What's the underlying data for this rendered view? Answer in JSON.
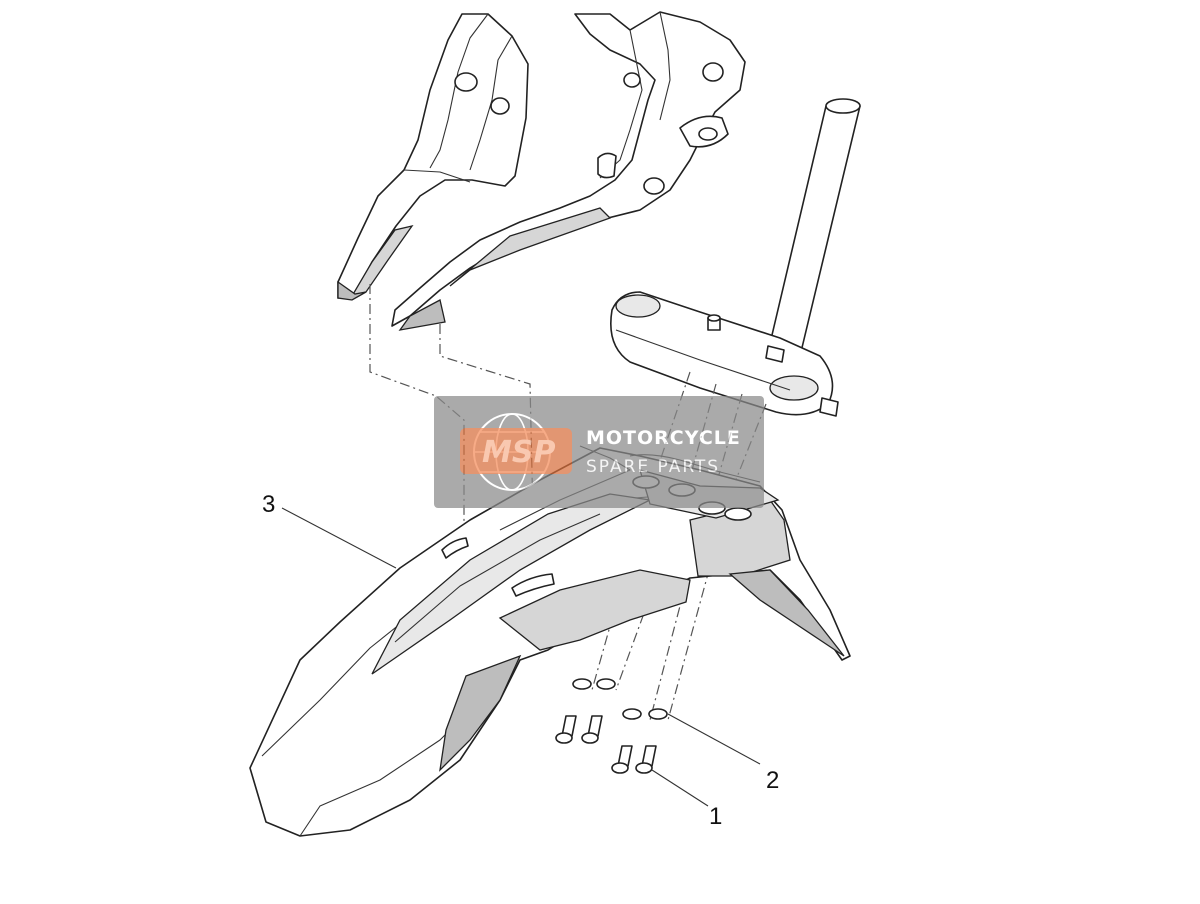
{
  "callouts": [
    {
      "id": "1",
      "label": "1"
    },
    {
      "id": "2",
      "label": "2"
    },
    {
      "id": "3",
      "label": "3"
    }
  ],
  "watermark": {
    "logo": "MSP",
    "line1": "MOTORCYCLE",
    "line2": "SPARE PARTS",
    "logo_color": "#f26522",
    "box_color": "#8a8a8a"
  }
}
